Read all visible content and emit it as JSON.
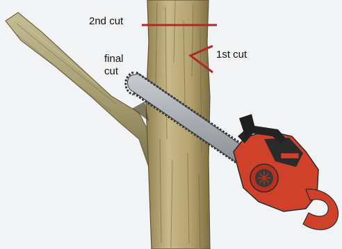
{
  "labels": {
    "second_cut": "2nd cut",
    "first_cut": "1st cut",
    "final_cut_line1": "final",
    "final_cut_line2": "cut"
  },
  "colors": {
    "cut_line": "#b3262a",
    "bark": "#b6a576",
    "bark_dark": "#6f6238",
    "branch": "#a9a076",
    "bar_steel": "#a3a8ad",
    "chain": "#3a3a3a",
    "saw_body": "#d0412b",
    "saw_dark": "#222222",
    "background": "#f2f3f5"
  },
  "icons": [
    "tree-trunk",
    "tree-branch",
    "chainsaw"
  ]
}
